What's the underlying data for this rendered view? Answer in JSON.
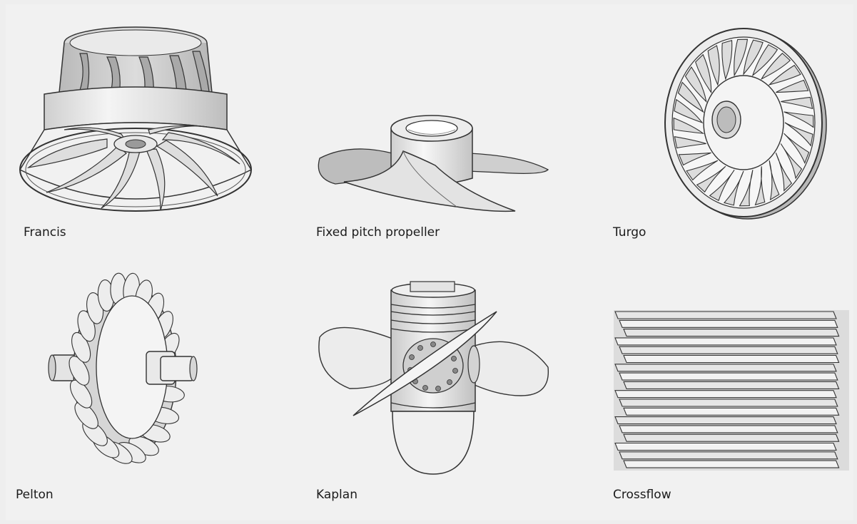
{
  "figure": {
    "turbines": [
      {
        "label": "Francis"
      },
      {
        "label": "Fixed pitch propeller"
      },
      {
        "label": "Turgo"
      },
      {
        "label": "Pelton"
      },
      {
        "label": "Kaplan"
      },
      {
        "label": "Crossflow"
      }
    ]
  }
}
